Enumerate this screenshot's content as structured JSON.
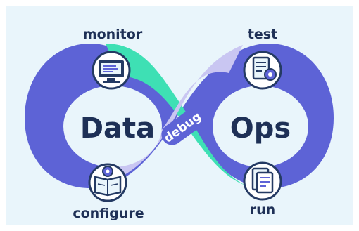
{
  "diagram": {
    "center_labels": {
      "left": "Data",
      "right": "Ops",
      "cross": "debug"
    },
    "stages": {
      "top_left": {
        "label": "monitor",
        "icon": "monitor-icon"
      },
      "top_right": {
        "label": "test",
        "icon": "test-gear-icon"
      },
      "bottom_left": {
        "label": "configure",
        "icon": "configure-book-icon"
      },
      "bottom_right": {
        "label": "run",
        "icon": "run-document-icon"
      }
    },
    "colors": {
      "background": "#e9f5fb",
      "loop_primary": "#5d63d6",
      "loop_teal": "#3ee0b4",
      "loop_lavender": "#c9c6f2",
      "text": "#1e3056",
      "icon_dark": "#243a63"
    }
  }
}
